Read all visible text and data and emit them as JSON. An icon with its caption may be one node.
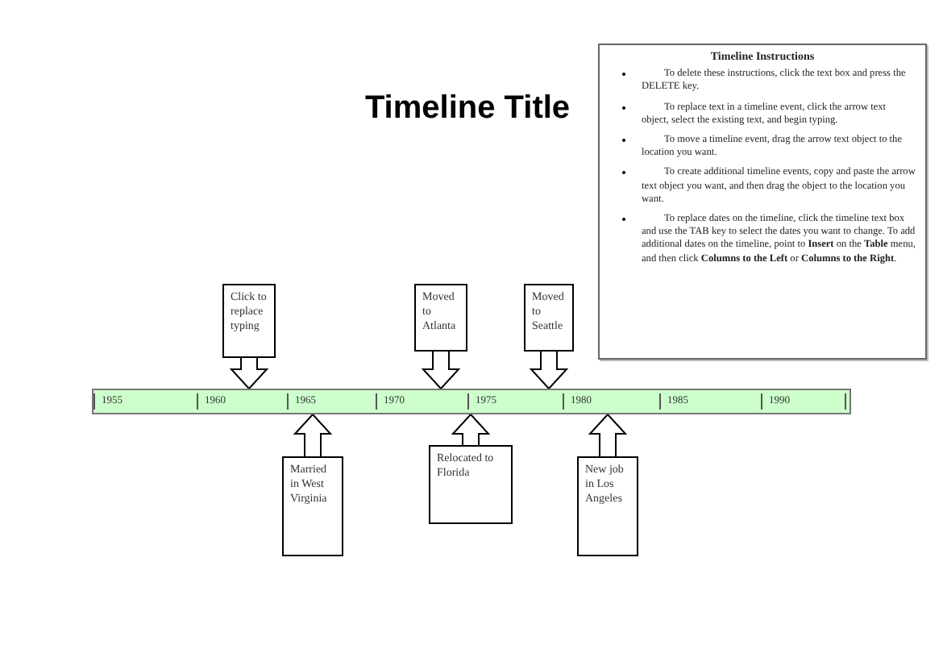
{
  "diagram": {
    "title": "Timeline Title",
    "nodes": [
      {
        "text": [
          "Timeline Instructions",
          "To delete these instructions, click the text box and press the DELETE key.",
          "To replace text in a timeline event, click the arrow text object, select the existing text, and begin typing.",
          "To move a timeline event, drag the arrow text object to the location you want.",
          "To create additional timeline events, copy and paste the arrow text object you want, and then drag the object to the location you want.",
          "To replace dates on the timeline, click the timeline text box and use the TAB key to select the dates you want to change. To add additional dates on the timeline, point to **Insert** on the **Table** menu, and then click **Columns to the Left** or **Columns to the Right**."
        ]
      },
      {
        "text": [
          "Click to replace typing"
        ]
      },
      {
        "text": [
          "Moved to Atlanta"
        ]
      },
      {
        "text": [
          "Moved to Seattle"
        ]
      },
      {
        "text": [
          "1955",
          "1960",
          "1965",
          "1970",
          "1975",
          "1980",
          "1985",
          "1990"
        ]
      },
      {
        "text": [
          "Married in West Virginia"
        ]
      },
      {
        "text": [
          "Relocated to Florida"
        ]
      },
      {
        "text": [
          "New job in Los Angeles"
        ]
      }
    ],
    "edges": [
      {
        "from": 1,
        "to": 4,
        "arrow": "to"
      },
      {
        "from": 2,
        "to": 4,
        "arrow": "to"
      },
      {
        "from": 3,
        "to": 4,
        "arrow": "to"
      },
      {
        "from": 5,
        "to": 4,
        "arrow": "to"
      },
      {
        "from": 6,
        "to": 4,
        "arrow": "to"
      },
      {
        "from": 7,
        "to": 4,
        "arrow": "to"
      }
    ]
  }
}
